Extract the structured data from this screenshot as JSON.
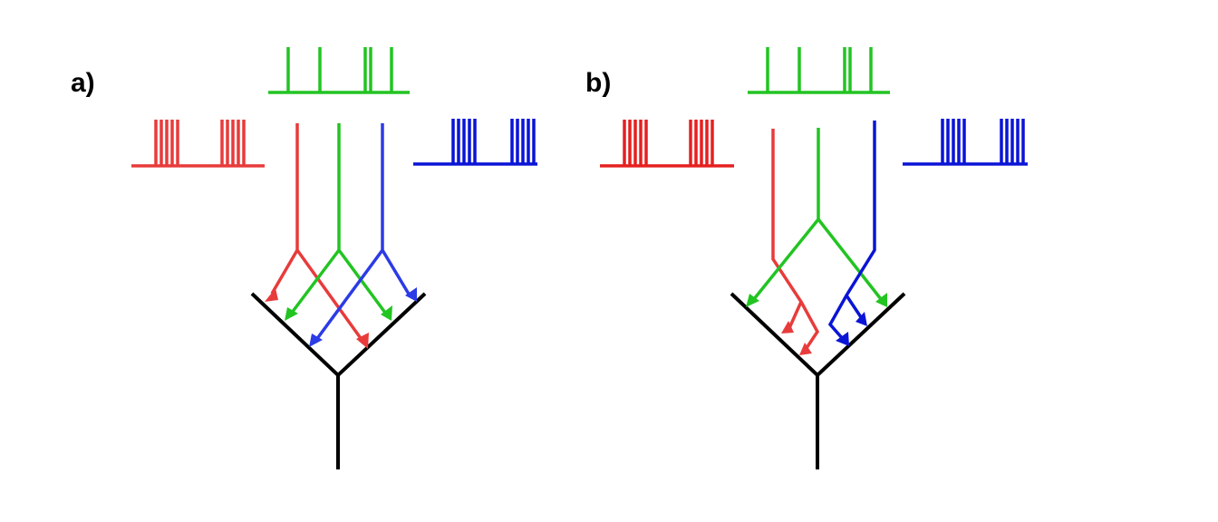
{
  "colors": {
    "red": "#e83b3b",
    "red_dark": "#e62020",
    "green": "#22c422",
    "blue": "#2b3be6",
    "blue_dark": "#0a14d6",
    "neuron": "#000000"
  },
  "panels": [
    {
      "id": "a",
      "label": "a)",
      "description_icons": [
        "spike-train-red",
        "spike-train-green",
        "spike-train-blue",
        "dendritic-tree"
      ],
      "synapse_arrangement": "distributed"
    },
    {
      "id": "b",
      "label": "b)",
      "description_icons": [
        "spike-train-red",
        "spike-train-green",
        "spike-train-blue",
        "dendritic-tree"
      ],
      "synapse_arrangement": "clustered"
    }
  ],
  "spike_trains": {
    "red": {
      "bursts": 2,
      "spikes_per_burst": 5
    },
    "green": {
      "spikes": 5
    },
    "blue": {
      "bursts": 2,
      "spikes_per_burst": 5
    }
  }
}
